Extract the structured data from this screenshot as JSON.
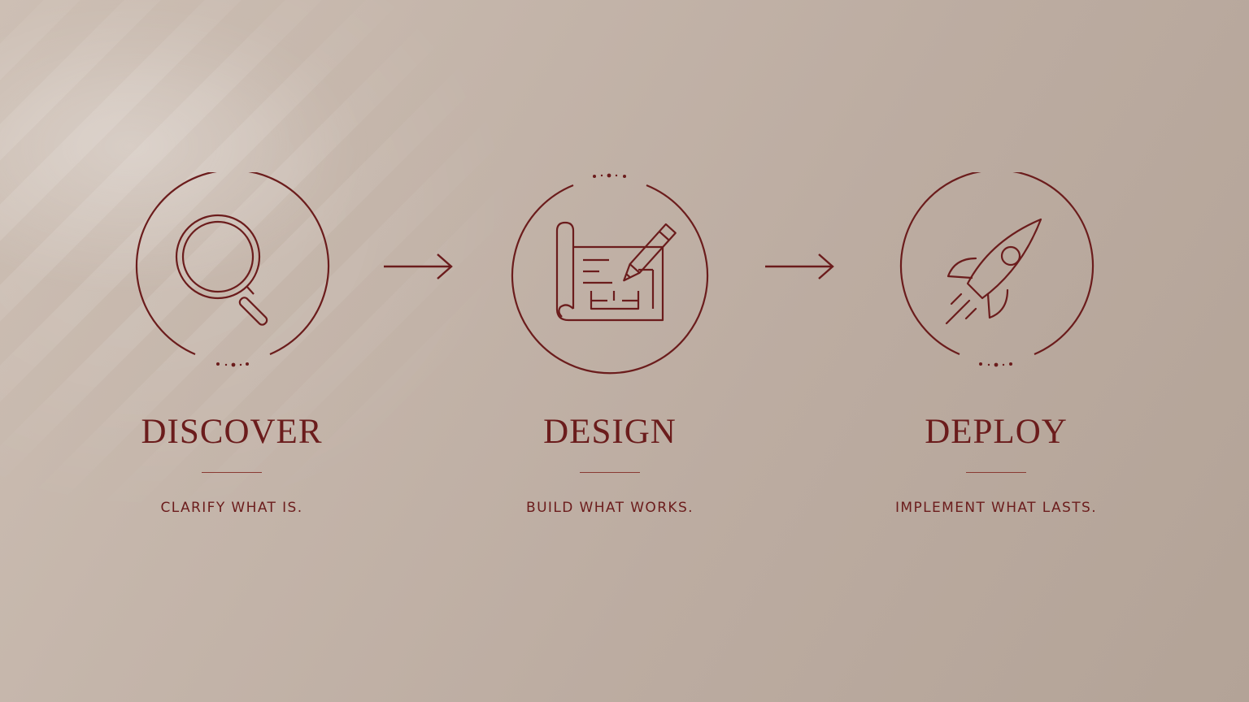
{
  "steps": [
    {
      "title": "DISCOVER",
      "subtitle": "CLARIFY WHAT IS.",
      "icon": "magnifying-glass-icon"
    },
    {
      "title": "DESIGN",
      "subtitle": "BUILD WHAT WORKS.",
      "icon": "blueprint-pencil-icon"
    },
    {
      "title": "DEPLOY",
      "subtitle": "IMPLEMENT WHAT LASTS.",
      "icon": "rocket-icon"
    }
  ],
  "colors": {
    "accent": "#6b1c1c",
    "background": "#c4b5aa"
  }
}
